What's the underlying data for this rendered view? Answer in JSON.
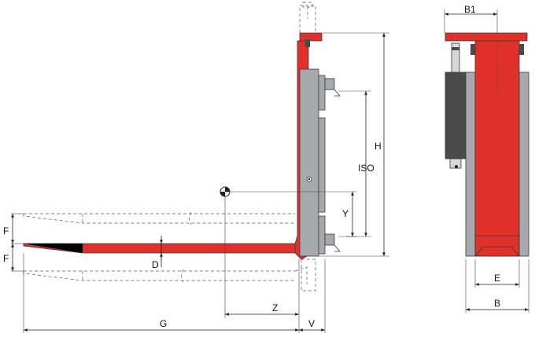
{
  "labels": {
    "h": "H",
    "iso": "ISO",
    "y": "Y",
    "f_upper": "F",
    "f_lower": "F",
    "d": "D",
    "z": "Z",
    "g": "G",
    "v": "V",
    "b1": "B1",
    "e": "E",
    "b": "B"
  },
  "colors": {
    "red": "#e0302a",
    "gray": "#a7a9ac",
    "dark": "#4a4a4a",
    "line": "#222222"
  }
}
